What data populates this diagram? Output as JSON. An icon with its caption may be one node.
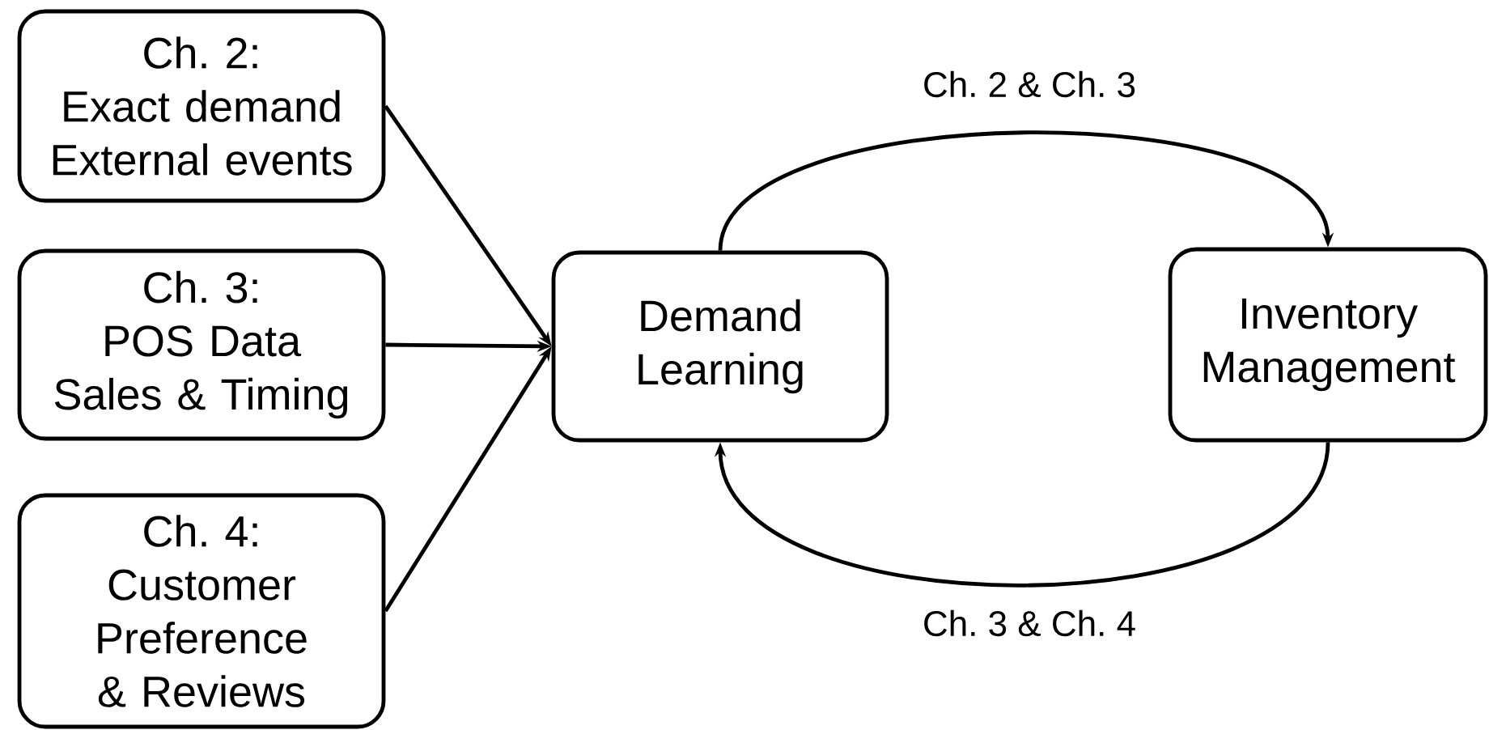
{
  "diagram": {
    "nodes": [
      {
        "text": [
          "Ch. 2:",
          "Exact demand External events"
        ]
      },
      {
        "text": [
          "Ch. 3:",
          "POS Data Sales & Timing"
        ]
      },
      {
        "text": [
          "Ch. 4:",
          "Customer Preference & Reviews"
        ]
      },
      {
        "text": [
          "Demand Learning"
        ]
      },
      {
        "text": [
          "Inventory Management"
        ]
      }
    ],
    "edges": [
      {
        "from": 0,
        "to": 3,
        "arrow": "to"
      },
      {
        "from": 1,
        "to": 3,
        "arrow": "to"
      },
      {
        "from": 2,
        "to": 3,
        "arrow": "to"
      },
      {
        "from": 3,
        "to": 4,
        "arrow": "to",
        "label": "Ch. 2 & Ch. 3"
      },
      {
        "from": 4,
        "to": 3,
        "arrow": "to",
        "label": "Ch. 3 & Ch. 4"
      }
    ]
  }
}
